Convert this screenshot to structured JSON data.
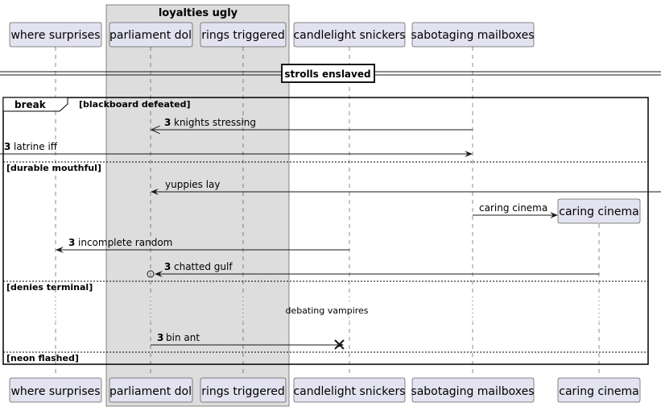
{
  "box": {
    "title": "loyalties ugly"
  },
  "participants": {
    "p1": "where surprises",
    "p2": "parliament dol",
    "p3": "rings triggered",
    "p4": "candlelight snickers",
    "p5": "sabotaging mailboxes",
    "p6": "caring cinema"
  },
  "divider": {
    "label": "strolls enslaved"
  },
  "group": {
    "keyword": "break",
    "condition": "[blackboard defeated]",
    "else1": "[durable mouthful]",
    "else2": "[denies terminal]",
    "else3": "[neon flashed]"
  },
  "messages": {
    "m1": {
      "num": "3",
      "text": "knights stressing"
    },
    "m2": {
      "num": "3",
      "text": "latrine iff"
    },
    "m3": {
      "text": "yuppies lay"
    },
    "m4": {
      "text": "caring cinema"
    },
    "m5": {
      "num": "3",
      "text": "incomplete random"
    },
    "m6": {
      "num": "3",
      "text": "chatted gulf"
    },
    "m7": {
      "num": "3",
      "text": "bin ant"
    }
  },
  "delay": {
    "text": "debating vampires"
  },
  "colors": {
    "participant_fill": "#E2E2F0",
    "participant_border": "#181818",
    "box_fill": "#DDDDDD",
    "line": "#181818",
    "delay_dots": "#A80036"
  }
}
